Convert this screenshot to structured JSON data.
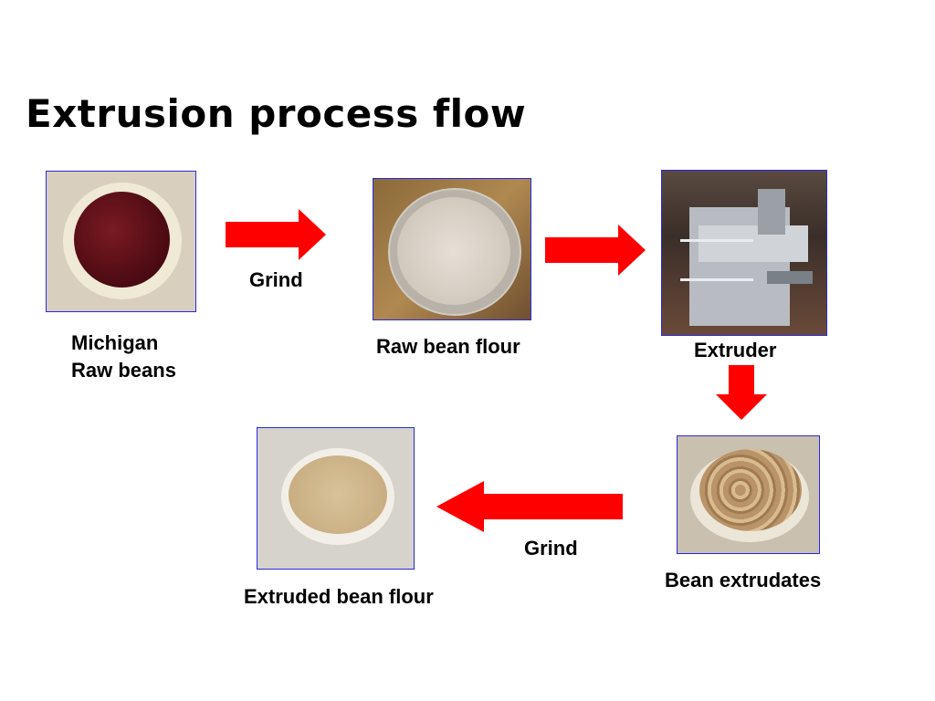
{
  "title": "Extrusion process flow",
  "steps": {
    "raw_beans": "Michigan\nRaw beans",
    "raw_beans_line1": "Michigan",
    "raw_beans_line2": "Raw beans",
    "raw_flour": "Raw bean flour",
    "extruder": "Extruder",
    "extrudates": "Bean extrudates",
    "extruded_flour": "Extruded bean flour"
  },
  "arrows": {
    "grind_1": "Grind",
    "grind_2": "Grind"
  },
  "colors": {
    "arrow": "#ff0000",
    "photo_border": "#2a2ae0"
  }
}
